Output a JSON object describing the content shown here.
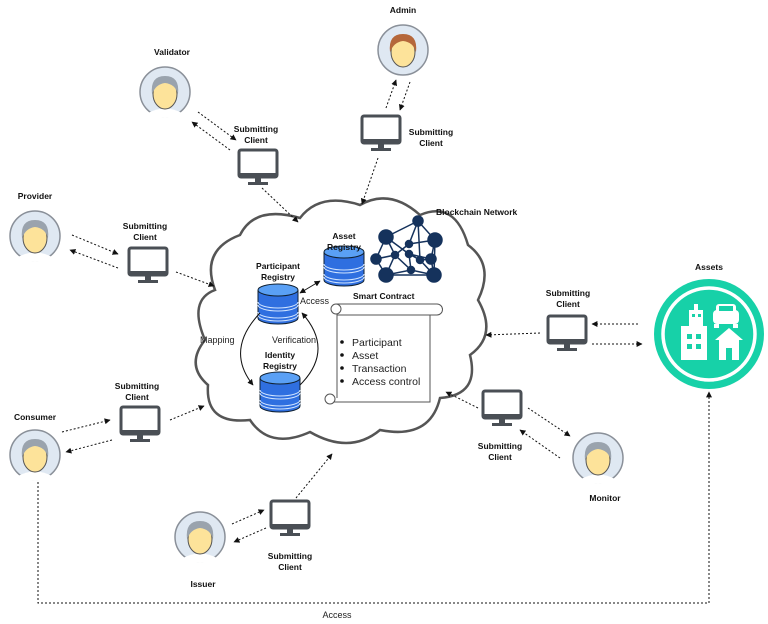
{
  "colors": {
    "database": "#2f6fe0",
    "network": "#15325c",
    "assets": "#17d1a8",
    "outline": "#555555",
    "hair": "#9aa3ad",
    "admin_hair": "#b5673a",
    "face": "#fde39a"
  },
  "actors": {
    "admin": "Admin",
    "validator": "Validator",
    "provider": "Provider",
    "consumer": "Consumer",
    "issuer": "Issuer",
    "monitor": "Monitor"
  },
  "client": {
    "line1": "Submitting",
    "line2": "Client"
  },
  "network": {
    "title": "Blockchain Network"
  },
  "registries": {
    "asset_1": "Asset",
    "asset_2": "Registry",
    "participant_1": "Participant",
    "participant_2": "Registry",
    "identity_1": "Identity",
    "identity_2": "Registry"
  },
  "relations": {
    "access": "Access",
    "mapping": "Mapping",
    "verification": "Verification",
    "bottom_access": "Access"
  },
  "smart_contract": {
    "title": "Smart Contract",
    "items": [
      "Participant",
      "Asset",
      "Transaction",
      "Access control"
    ]
  },
  "assets": {
    "title": "Assets"
  }
}
